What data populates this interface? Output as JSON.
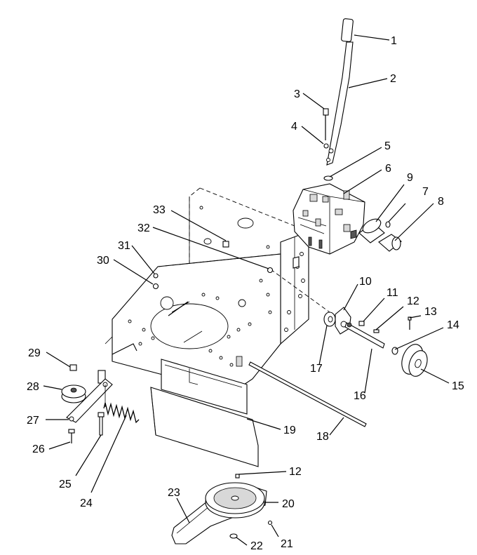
{
  "labels": [
    "1",
    "2",
    "3",
    "4",
    "5",
    "6",
    "7",
    "8",
    "9",
    "10",
    "11",
    "12",
    "13",
    "14",
    "15",
    "16",
    "17",
    "18",
    "19",
    "20",
    "21",
    "22",
    "23",
    "24",
    "25",
    "26",
    "27",
    "28",
    "29",
    "30",
    "31",
    "32",
    "33",
    "12"
  ]
}
